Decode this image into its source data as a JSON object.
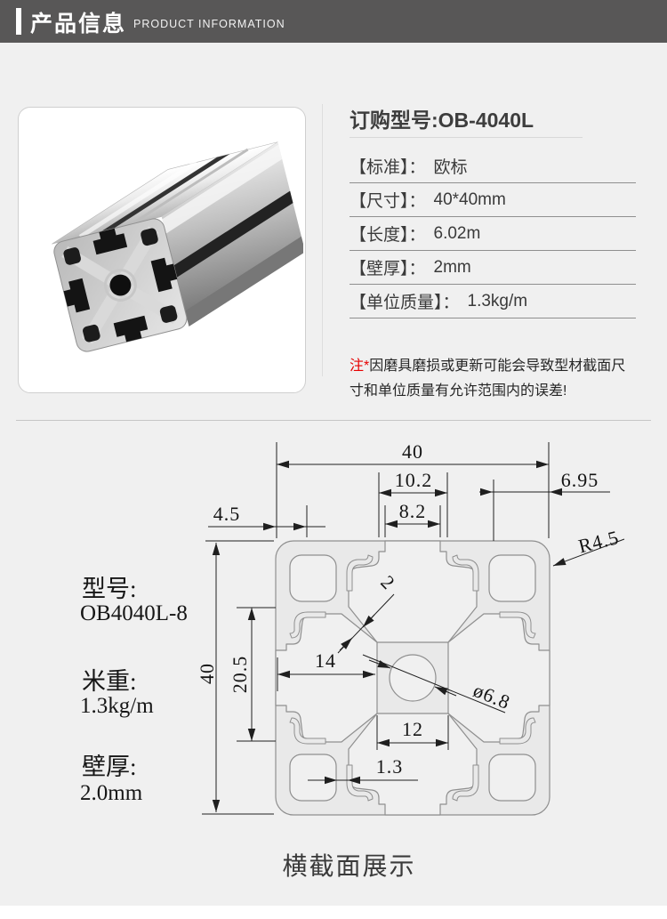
{
  "header": {
    "title_zh": "产品信息",
    "title_en": "PRODUCT INFORMATION"
  },
  "product": {
    "order_model": "订购型号:OB-4040L",
    "specs": [
      {
        "term": "【标准】：",
        "value": "欧标"
      },
      {
        "term": "【尺寸】：",
        "value": "40*40mm"
      },
      {
        "term": "【长度】：",
        "value": "6.02m"
      },
      {
        "term": "【壁厚】：",
        "value": "2mm"
      },
      {
        "term": "【单位质量】：",
        "value": "1.3kg/m"
      }
    ],
    "note": {
      "prefix": "注*",
      "text": "因磨具磨损或更新可能会导致型材截面尺寸和单位质量有允许范围内的误差!"
    }
  },
  "section": {
    "model_label": "型号:",
    "model_value": "OB4040L-8",
    "weight_label": "米重:",
    "weight_value": "1.3kg/m",
    "wall_label": "壁厚:",
    "wall_value": "2.0mm",
    "caption": "横截面展示"
  },
  "dims": {
    "width_top": "40",
    "slot_outer": "10.2",
    "slot_mouth": "8.2",
    "lip": "4.5",
    "corner": "6.95",
    "radius": "R4.5",
    "wall": "2",
    "web": "14",
    "height_left": "40",
    "slot_span": "20.5",
    "hub": "12",
    "rib": "1.3",
    "bore": "ø6.8"
  },
  "colors": {
    "header_bg": "#585757",
    "note_red": "#e60000",
    "metal_fill": "#e9e9e9",
    "drawing_line": "#1f1f1f"
  }
}
